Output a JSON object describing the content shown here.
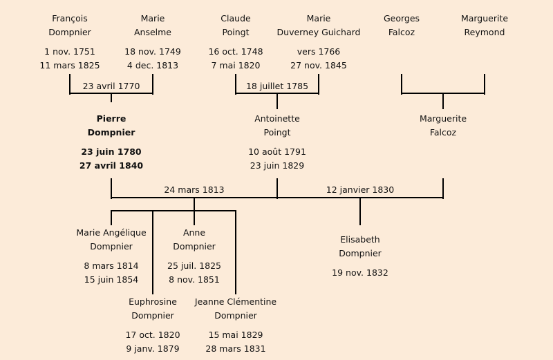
{
  "people": {
    "francois": {
      "first": "François",
      "last": "Dompnier",
      "birth": "1 nov. 1751",
      "death": "11 mars 1825"
    },
    "marie_anselme": {
      "first": "Marie",
      "last": "Anselme",
      "birth": "18 nov. 1749",
      "death": "4 dec. 1813"
    },
    "claude": {
      "first": "Claude",
      "last": "Poingt",
      "birth": "16 oct. 1748",
      "death": "7 mai 1820"
    },
    "marie_dg": {
      "first": "Marie",
      "last": "Duverney Guichard",
      "birth": "vers 1766",
      "death": "27 nov. 1845"
    },
    "georges": {
      "first": "Georges",
      "last": "Falcoz"
    },
    "marguerite_r": {
      "first": "Marguerite",
      "last": "Reymond"
    },
    "pierre": {
      "first": "Pierre",
      "last": "Dompnier",
      "birth": "23 juin 1780",
      "death": "27 avril 1840"
    },
    "antoinette": {
      "first": "Antoinette",
      "last": "Poingt",
      "birth": "10 août 1791",
      "death": "23 juin 1829"
    },
    "marguerite_f": {
      "first": "Marguerite",
      "last": "Falcoz"
    },
    "marie_angelique": {
      "first": "Marie Angélique",
      "last": "Dompnier",
      "birth": "8 mars 1814",
      "death": "15 juin 1854"
    },
    "anne": {
      "first": "Anne",
      "last": "Dompnier",
      "birth": "25 juil. 1825",
      "death": "8 nov. 1851"
    },
    "euphrosine": {
      "first": "Euphrosine",
      "last": "Dompnier",
      "birth": "17 oct. 1820",
      "death": "9 janv. 1879"
    },
    "jeanne": {
      "first": "Jeanne Clémentine",
      "last": "Dompnier",
      "birth": "15 mai 1829",
      "death": "28 mars 1831"
    },
    "elisabeth": {
      "first": "Elisabeth",
      "last": "Dompnier",
      "birth": "19 nov. 1832"
    }
  },
  "marriages": {
    "m1": "23 avril 1770",
    "m2": "18 juillet 1785",
    "m3": "24 mars 1813",
    "m4": "12 janvier 1830"
  }
}
